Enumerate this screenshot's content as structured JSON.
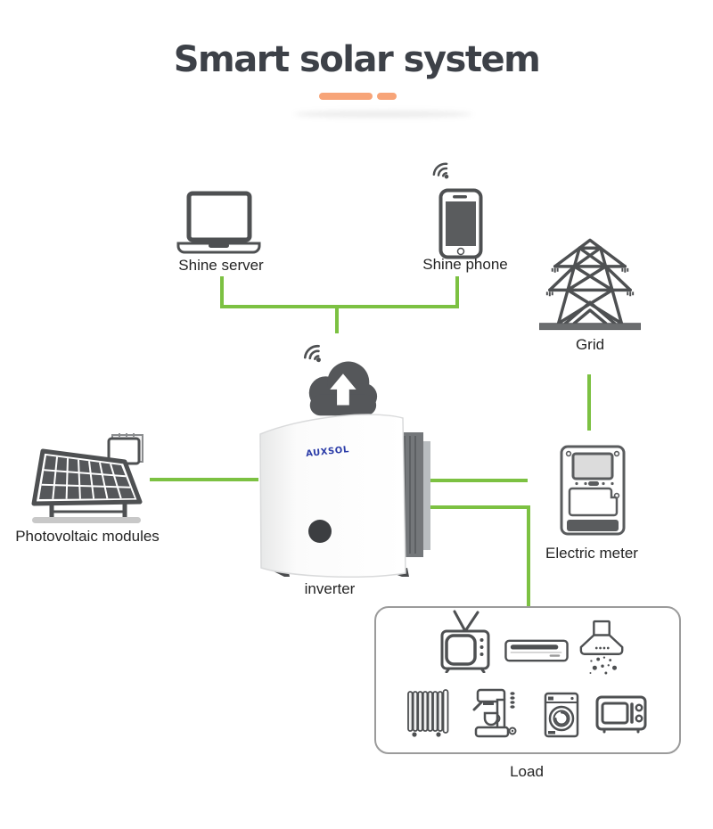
{
  "title": {
    "text": "Smart solar system"
  },
  "colors": {
    "connector_green": "#7CC142",
    "underline_orange": "#F7A478",
    "icon_gray": "#4E5052",
    "title_gray": "#3D4148",
    "brand_blue": "#2B3CA8"
  },
  "nodes": {
    "shine_server": {
      "label": "Shine server",
      "icon": "laptop-icon"
    },
    "shine_phone": {
      "label": "Shine phone",
      "icon": "smartphone-icon"
    },
    "cloud": {
      "icon": "cloud-upload-icon"
    },
    "grid": {
      "label": "Grid",
      "icon": "transmission-tower-icon"
    },
    "photovoltaic": {
      "label": "Photovoltaic modules",
      "icon": "solar-panel-icon"
    },
    "inverter": {
      "label": "inverter",
      "brand": "AUXSOL"
    },
    "electric_meter": {
      "label": "Electric meter",
      "icon": "electric-meter-icon"
    },
    "load": {
      "label": "Load",
      "appliances": [
        "tv",
        "air-conditioner",
        "range-hood",
        "radiator",
        "coffee-machine",
        "washing-machine",
        "microwave"
      ]
    }
  }
}
